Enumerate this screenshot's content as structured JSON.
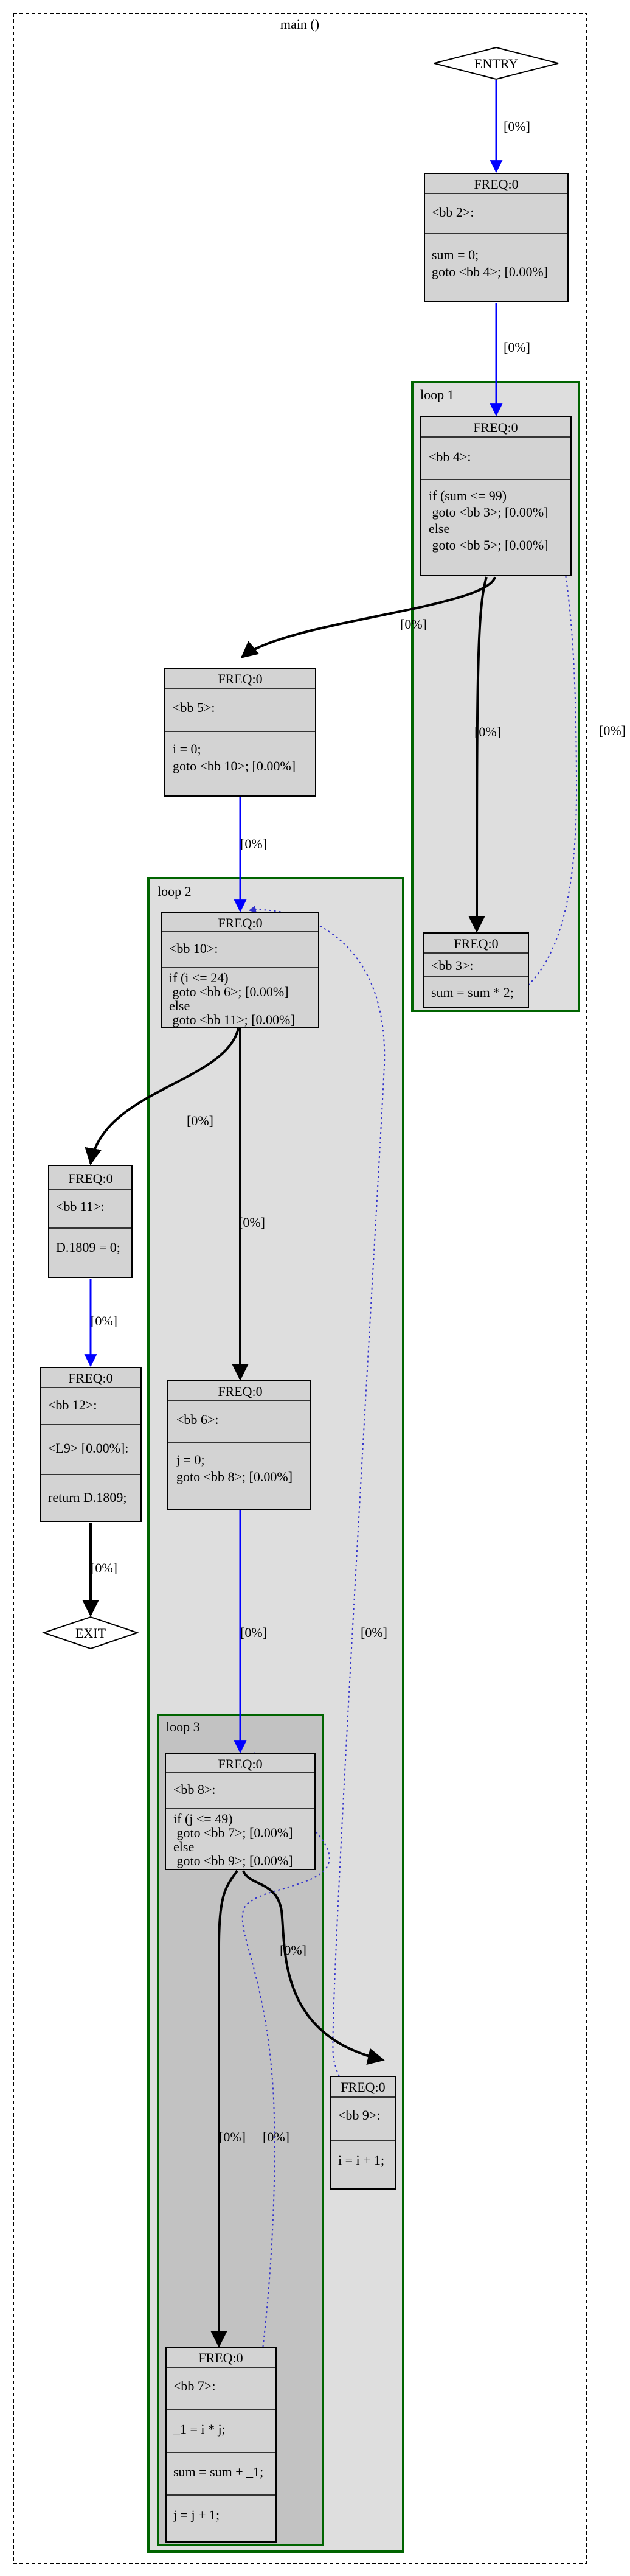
{
  "graph": {
    "title": "main ()",
    "clusters": {
      "loop1": "loop 1",
      "loop2": "loop 2",
      "loop3": "loop 3"
    },
    "terminals": {
      "entry": "ENTRY",
      "exit": "EXIT"
    },
    "nodes": {
      "bb2": {
        "freq": "FREQ:0",
        "label": "<bb 2>:",
        "body": [
          "sum = 0;",
          "goto <bb 4>; [0.00%]"
        ]
      },
      "bb4": {
        "freq": "FREQ:0",
        "label": "<bb 4>:",
        "body": [
          "if (sum <= 99)",
          " goto <bb 3>; [0.00%]",
          "else",
          " goto <bb 5>; [0.00%]"
        ]
      },
      "bb3": {
        "freq": "FREQ:0",
        "label": "<bb 3>:",
        "body": [
          "sum = sum * 2;"
        ]
      },
      "bb5": {
        "freq": "FREQ:0",
        "label": "<bb 5>:",
        "body": [
          "i = 0;",
          "goto <bb 10>; [0.00%]"
        ]
      },
      "bb10": {
        "freq": "FREQ:0",
        "label": "<bb 10>:",
        "body": [
          "if (i <= 24)",
          " goto <bb 6>; [0.00%]",
          "else",
          " goto <bb 11>; [0.00%]"
        ]
      },
      "bb11": {
        "freq": "FREQ:0",
        "label": "<bb 11>:",
        "body": [
          "D.1809 = 0;"
        ]
      },
      "bb12": {
        "freq": "FREQ:0",
        "label": "<bb 12>:",
        "mid": "<L9> [0.00%]:",
        "body": [
          "return D.1809;"
        ]
      },
      "bb6": {
        "freq": "FREQ:0",
        "label": "<bb 6>:",
        "body": [
          "j = 0;",
          "goto <bb 8>; [0.00%]"
        ]
      },
      "bb8": {
        "freq": "FREQ:0",
        "label": "<bb 8>:",
        "body": [
          "if (j <= 49)",
          " goto <bb 7>; [0.00%]",
          "else",
          " goto <bb 9>; [0.00%]"
        ]
      },
      "bb9": {
        "freq": "FREQ:0",
        "label": "<bb 9>:",
        "body": [
          "i = i + 1;"
        ]
      },
      "bb7": {
        "freq": "FREQ:0",
        "label": "<bb 7>:",
        "sections": [
          "_1 = i * j;",
          "sum = sum + _1;",
          "j = j + 1;"
        ]
      }
    },
    "edges": {
      "entry_bb2": "[0%]",
      "bb2_bb4": "[0%]",
      "bb4_bb5": "[0%]",
      "bb4_bb3": "[0%]",
      "bb3_bb4": "[0%]",
      "bb5_bb10": "[0%]",
      "bb10_bb11": "[0%]",
      "bb10_bb6": "[0%]",
      "bb11_bb12": "[0%]",
      "bb12_exit": "[0%]",
      "bb6_bb8": "[0%]",
      "bb9_bb10": "[0%]",
      "bb8_bb9": "[0%]",
      "bb8_bb7": "[0%]",
      "bb7_bb8": "[0%]"
    },
    "colors": {
      "cluster_border": "#006400",
      "cluster_fill_l1": "#dedede",
      "cluster_fill_l3": "#c2c2c2",
      "node_fill": "#d3d3d3",
      "edge_blue": "#0000ff",
      "edge_black": "#000000",
      "back_edge": "#3333cc"
    }
  }
}
